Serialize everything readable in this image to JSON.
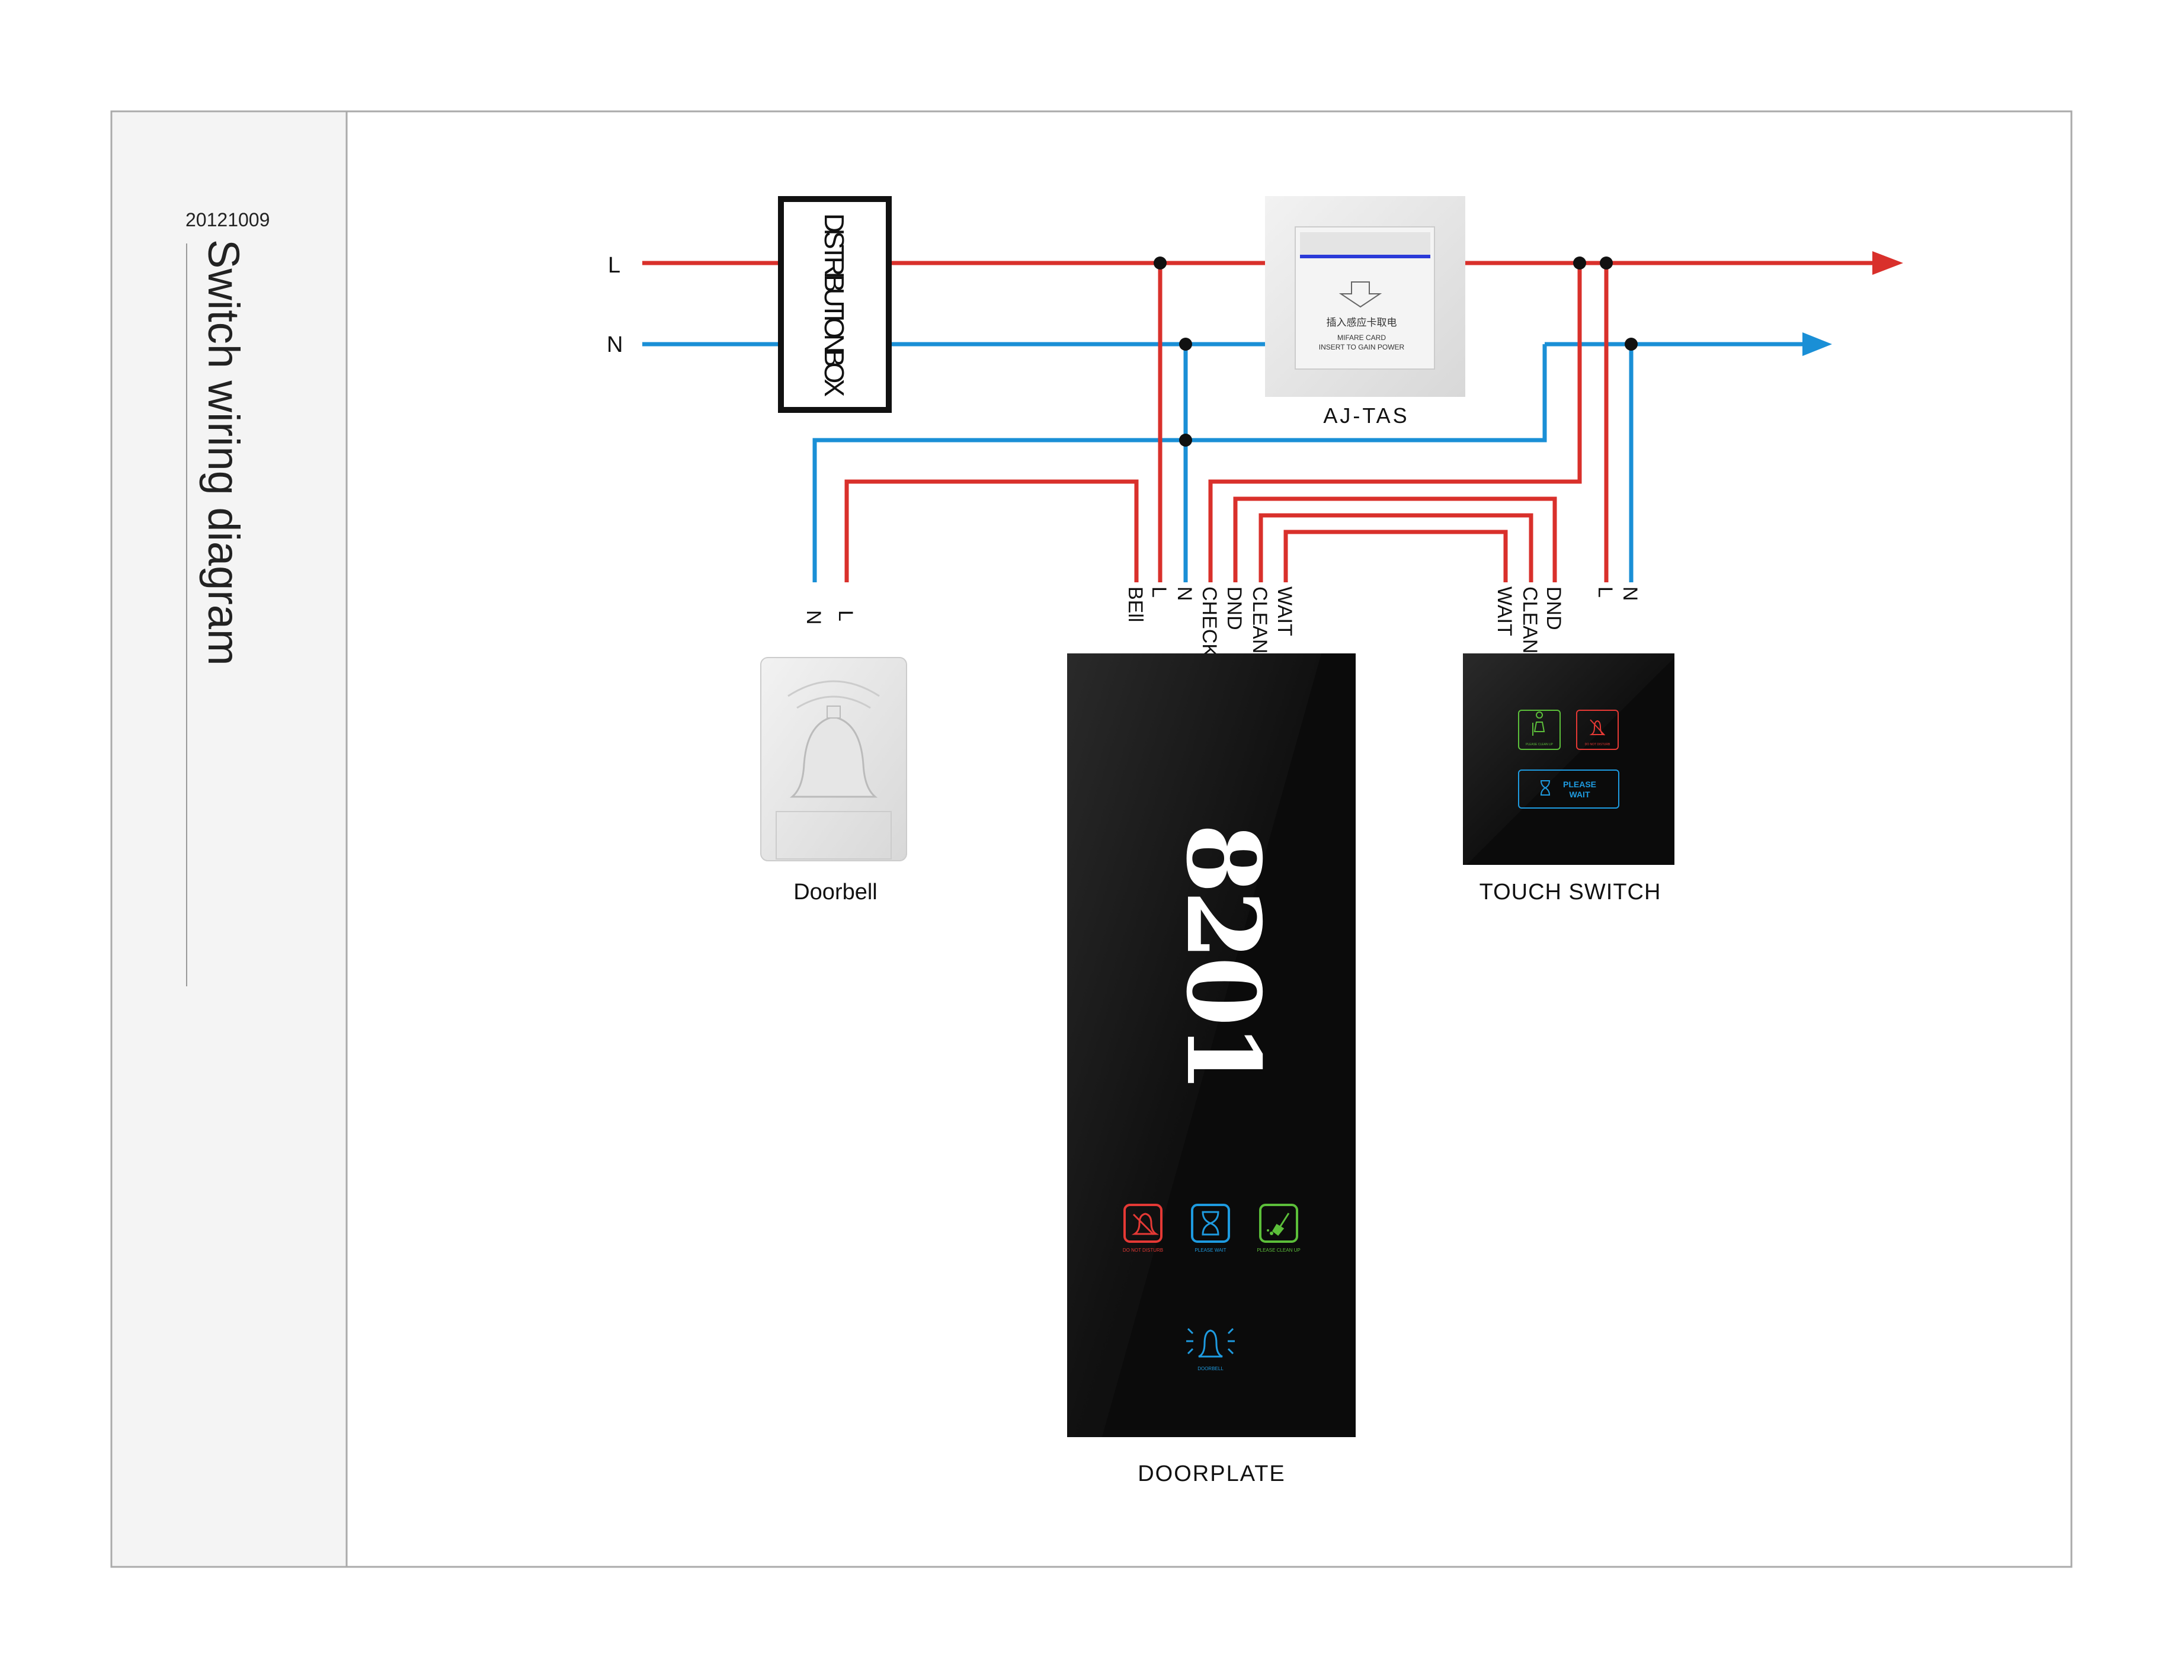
{
  "sidebar": {
    "date": "20121009",
    "title": "Switch wiring diagram"
  },
  "mains": {
    "l_label": "L",
    "n_label": "N"
  },
  "distribution_box": {
    "label": "DISTRIBUTIONBOX"
  },
  "card_switch": {
    "name": "AJ-TAS",
    "cn_text": "插入感应卡取电",
    "line1": "MIFARE CARD",
    "line2": "INSERT TO GAIN POWER"
  },
  "doorbell": {
    "name": "Doorbell",
    "terminals": [
      "N",
      "L"
    ]
  },
  "doorplate": {
    "name": "DOORPLATE",
    "number": "8201",
    "terminals": [
      "BEll",
      "L",
      "N",
      "CHECK-IN",
      "DND",
      "CLEAN",
      "WAIT"
    ],
    "buttons": [
      {
        "label": "DO NOT DISTURB",
        "color": "#e53935",
        "icon": "bell-slash-icon"
      },
      {
        "label": "PLEASE WAIT",
        "color": "#1e9be0",
        "icon": "hourglass-icon"
      },
      {
        "label": "PLEASE CLEAN UP",
        "color": "#5cbf3a",
        "icon": "broom-icon"
      }
    ],
    "doorbell_button": {
      "label": "DOORBELL",
      "color": "#1e9be0",
      "icon": "ringing-bell-icon"
    }
  },
  "touch_switch": {
    "name": "TOUCH SWITCH",
    "terminals": [
      "WAIT",
      "CLEAN",
      "DND",
      "L",
      "N"
    ],
    "buttons": [
      {
        "label": "PLEASE CLEAN UP",
        "color": "#5cbf3a",
        "icon": "maid-icon"
      },
      {
        "label": "DO NOT DISTURB",
        "color": "#e53935",
        "icon": "bell-slash-icon"
      },
      {
        "label_line1": "PLEASE",
        "label_line2": "WAIT",
        "color": "#1e9be0",
        "icon": "hourglass-icon"
      }
    ]
  },
  "colors": {
    "live": "#d9302b",
    "neutral": "#1a8fd6"
  }
}
